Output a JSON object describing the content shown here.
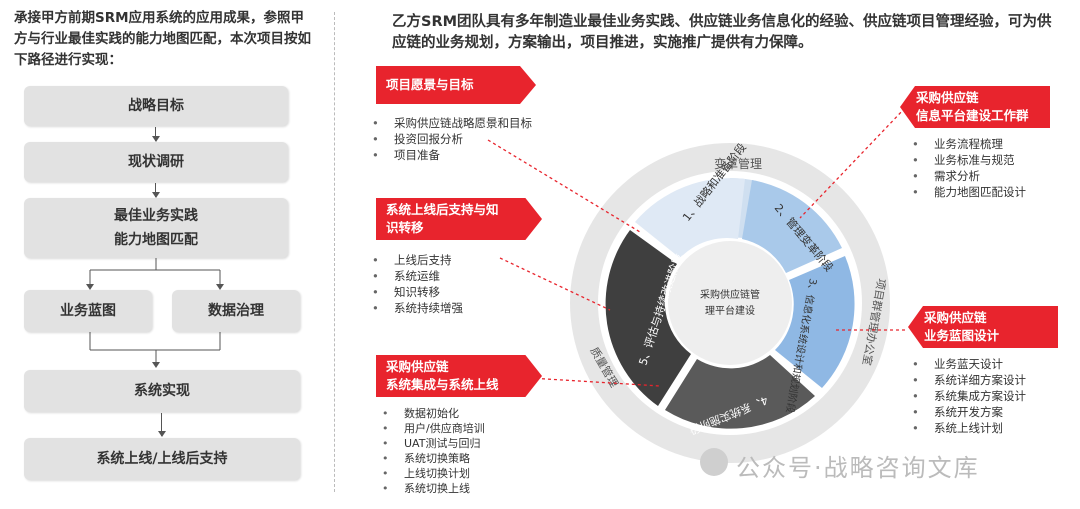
{
  "left": {
    "intro": "承接甲方前期SRM应用系统的应用成果，参照甲方与行业最佳实践的能力地图匹配，本次项目按如下路径进行实现：",
    "steps": {
      "strategy": "战略目标",
      "research": "现状调研",
      "best_practice_1": "最佳业务实践",
      "best_practice_2": "能力地图匹配",
      "blueprint": "业务蓝图",
      "data_gov": "数据治理",
      "implement": "系统实现",
      "golive": "系统上线/上线后支持"
    }
  },
  "right": {
    "intro": "乙方SRM团队具有多年制造业最佳业务实践、供应链业务信息化的经验、供应链项目管理经验，可为供应链的业务规划，方案输出，项目推进，实施推广提供有力保障。",
    "blocks": [
      {
        "tag": "项目愿景与目标",
        "items": [
          "采购供应链战略愿景和目标",
          "投资回报分析",
          "项目准备"
        ]
      },
      {
        "tag_line1": "系统上线后支持与知",
        "tag_line2": "识转移",
        "items": [
          "上线后支持",
          "系统运维",
          "知识转移",
          "系统持续增强"
        ]
      },
      {
        "tag_line1": "采购供应链",
        "tag_line2": "系统集成与系统上线",
        "items": [
          "数据初始化",
          "用户/供应商培训",
          "UAT测试与回归",
          "系统切换策略",
          "上线切换计划",
          "系统切换上线"
        ]
      },
      {
        "tag_line1": "采购供应链",
        "tag_line2": "信息平台建设工作群",
        "items": [
          "业务流程梳理",
          "业务标准与规范",
          "需求分析",
          "能力地图匹配设计"
        ]
      },
      {
        "tag_line1": "采购供应链",
        "tag_line2": "业务蓝图设计",
        "items": [
          "业务蓝天设计",
          "系统详细方案设计",
          "系统集成方案设计",
          "系统开发方案",
          "系统上线计划"
        ]
      }
    ],
    "wheel": {
      "center_1": "采购供应链管",
      "center_2": "理平台建设",
      "outer_top": "变革管理",
      "outer_right": "项目群管理办公室",
      "outer_left": "质量管理",
      "seg1": "1、战略和准备阶段",
      "seg2": "2、管理变革阶段",
      "seg3": "3、信息化系统设计和规划阶段",
      "seg4": "4、系统实施阶段",
      "seg5": "5、评估与持续改进阶段"
    },
    "watermark": "公众号·战略咨询文库"
  },
  "colors": {
    "accent": "#e8242d",
    "step_bg": "#e2e2e2",
    "seg_light": "#dfe9f5",
    "seg_blue": "#a9c9ea",
    "seg_dark": "#555555"
  }
}
